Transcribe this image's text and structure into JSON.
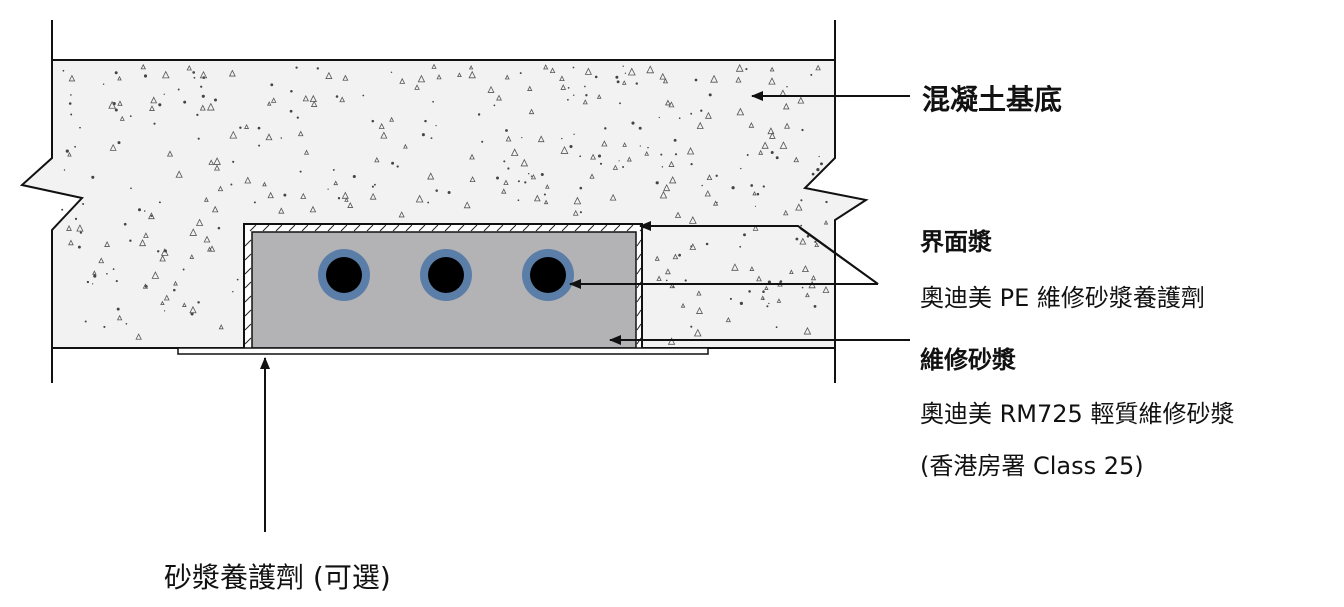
{
  "labels": {
    "substrate": "混凝土基底",
    "bonding_title": "界面漿",
    "bonding_product": "奧迪美 PE 維修砂漿養護劑",
    "mortar_title": "維修砂漿",
    "mortar_product": "奧迪美 RM725 輕質維修砂漿",
    "mortar_spec": "(香港房署 Class 25)",
    "curing": "砂漿養護劑 (可選)"
  },
  "colors": {
    "concrete_fill": "#f2f2f2",
    "mortar_fill": "#b3b3b5",
    "rebar_core": "#000000",
    "rebar_ring": "#5b7ea8",
    "line": "#111111"
  },
  "rebars": {
    "count": 3
  }
}
